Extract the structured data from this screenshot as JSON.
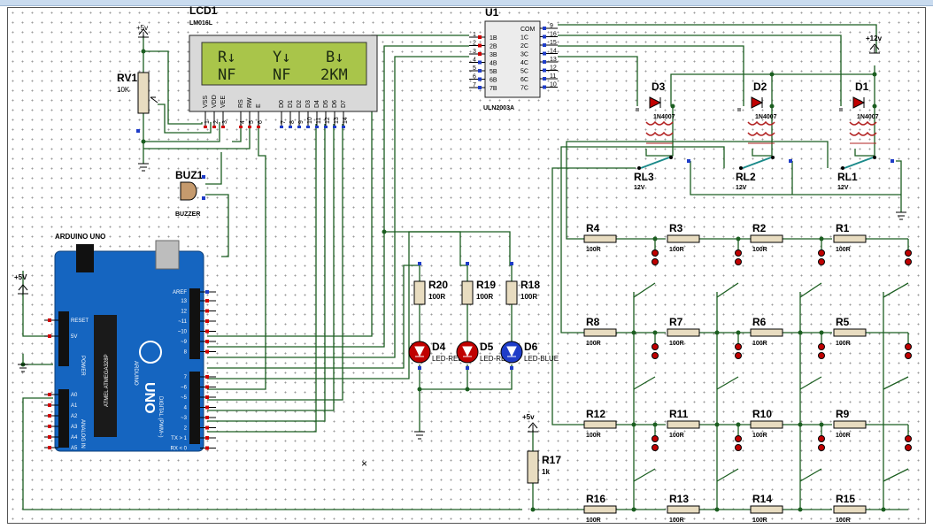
{
  "window": {
    "title": ""
  },
  "lcd": {
    "ref": "LCD1",
    "part": "LM016L",
    "line1": [
      "R↓",
      "Y↓",
      "B↓"
    ],
    "line2": [
      "NF",
      "NF",
      "2KM"
    ],
    "pins": [
      "VSS",
      "VDD",
      "VEE",
      "RS",
      "RW",
      "E",
      "D0",
      "D1",
      "D2",
      "D3",
      "D4",
      "D5",
      "D6",
      "D7"
    ],
    "pin_numbers": [
      "1",
      "2",
      "3",
      "4",
      "5",
      "6",
      "7",
      "8",
      "9",
      "10",
      "11",
      "12",
      "13",
      "14"
    ]
  },
  "u1": {
    "ref": "U1",
    "part": "ULN2003A",
    "left_pins": [
      "1B",
      "2B",
      "3B",
      "4B",
      "5B",
      "6B",
      "7B"
    ],
    "left_nums": [
      "1",
      "2",
      "3",
      "4",
      "5",
      "6",
      "7"
    ],
    "right_pins": [
      "COM",
      "1C",
      "2C",
      "3C",
      "4C",
      "5C",
      "6C",
      "7C"
    ],
    "right_nums": [
      "9",
      "16",
      "15",
      "14",
      "13",
      "12",
      "11",
      "10"
    ]
  },
  "rv1": {
    "ref": "RV1",
    "value": "10K",
    "supply": "+5v"
  },
  "buzzer": {
    "ref": "BUZ1",
    "value": "BUZZER"
  },
  "arduino": {
    "title": "ARDUINO UNO",
    "logo": "UNO",
    "brand": "ARDUINO",
    "chip": "ATMEL ATMEGA328P",
    "left_pins": [
      "RESET",
      "5V",
      "POWER",
      "A0",
      "A1",
      "A2",
      "A3",
      "A4",
      "A5",
      "ANALOG IN"
    ],
    "right_pins": [
      "AREF",
      "13",
      "12",
      "~11",
      "~10",
      "~9",
      "8",
      "7",
      "~6",
      "~5",
      "4",
      "~3",
      "2",
      "TX > 1",
      "RX < 0"
    ],
    "digital_label": "DIGITAL (PWM~)"
  },
  "supplies": {
    "left": "+5V",
    "r17": "+5v",
    "relay": "+12v"
  },
  "diodes": [
    {
      "ref": "D3",
      "part": "1N4007"
    },
    {
      "ref": "D2",
      "part": "1N4007"
    },
    {
      "ref": "D1",
      "part": "1N4007"
    }
  ],
  "relays": [
    {
      "ref": "RL3",
      "value": "12V"
    },
    {
      "ref": "RL2",
      "value": "12V"
    },
    {
      "ref": "RL1",
      "value": "12V"
    }
  ],
  "leds": [
    {
      "ref": "D4",
      "label": "LED-RED"
    },
    {
      "ref": "D5",
      "label": "LED-RED"
    },
    {
      "ref": "D6",
      "label": "LED-BLUE"
    }
  ],
  "led_resistors": [
    {
      "ref": "R20",
      "value": "100R"
    },
    {
      "ref": "R19",
      "value": "100R"
    },
    {
      "ref": "R18",
      "value": "100R"
    }
  ],
  "r17": {
    "ref": "R17",
    "value": "1k"
  },
  "keypad_rows": [
    [
      {
        "ref": "R4",
        "value": "100R"
      },
      {
        "ref": "R3",
        "value": "100R"
      },
      {
        "ref": "R2",
        "value": "100R"
      },
      {
        "ref": "R1",
        "value": "100R"
      }
    ],
    [
      {
        "ref": "R8",
        "value": "100R"
      },
      {
        "ref": "R7",
        "value": "100R"
      },
      {
        "ref": "R6",
        "value": "100R"
      },
      {
        "ref": "R5",
        "value": "100R"
      }
    ],
    [
      {
        "ref": "R12",
        "value": "100R"
      },
      {
        "ref": "R11",
        "value": "100R"
      },
      {
        "ref": "R10",
        "value": "100R"
      },
      {
        "ref": "R9",
        "value": "100R"
      }
    ],
    [
      {
        "ref": "R16",
        "value": "100R"
      },
      {
        "ref": "R13",
        "value": "100R"
      },
      {
        "ref": "R14",
        "value": "100R"
      },
      {
        "ref": "R15",
        "value": "100R"
      }
    ]
  ],
  "colors": {
    "wire": "#1b5e20",
    "arduino": "#1565c0",
    "lcd_screen": "#a9c54a",
    "pin_red": "#d00000",
    "pin_blue": "#1e3cc8",
    "resistor": "#e8dcc0"
  },
  "cursor_mark": "×"
}
